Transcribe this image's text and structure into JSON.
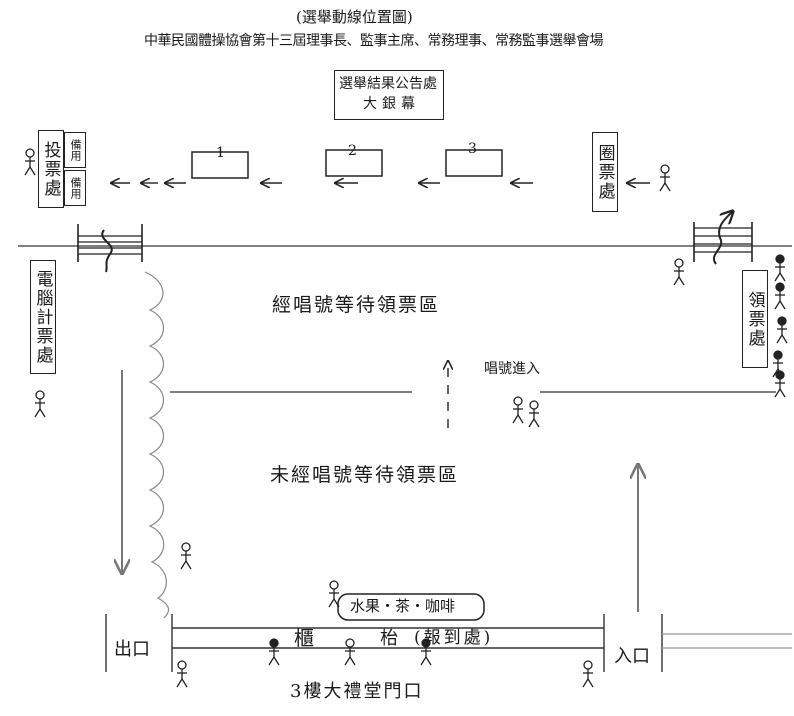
{
  "header": {
    "title": "(選舉動線位置圖)",
    "subtitle": "中華民國體操協會第十三屆理事長、監事主席、常務理事、常務監事選舉會場"
  },
  "results_board": {
    "line1": "選舉結果公告處",
    "line2": "大銀幕"
  },
  "stations": {
    "voting": "投票處",
    "voting_small_1": "備用",
    "voting_small_2": "備用",
    "ballot_marking": "圈票處",
    "computer_count": "電腦計票處",
    "ballot_pickup": "領票處"
  },
  "booths": [
    "1",
    "2",
    "3"
  ],
  "zones": {
    "called_wait": "經唱號等待領票區",
    "uncalled_wait": "未經唱號等待領票區",
    "call_enter": "唱號進入"
  },
  "refreshment": "水果・茶・咖啡",
  "counter": {
    "text1": "櫃",
    "text2": "枱",
    "text3": "(報到處)"
  },
  "exit_label": "出口",
  "entrance_label": "入口",
  "bottom_label": "3樓大禮堂門口"
}
